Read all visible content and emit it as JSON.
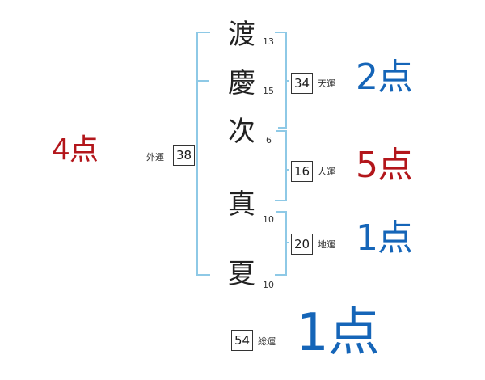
{
  "characters": [
    {
      "char": "渡",
      "strokes": "13"
    },
    {
      "char": "慶",
      "strokes": "15"
    },
    {
      "char": "次",
      "strokes": "6"
    },
    {
      "char": "真",
      "strokes": "10"
    },
    {
      "char": "夏",
      "strokes": "10"
    }
  ],
  "fortunes": {
    "gaiun": {
      "value": "38",
      "label": "外運",
      "score": "4点"
    },
    "tenun": {
      "value": "34",
      "label": "天運",
      "score": "2点"
    },
    "jinun": {
      "value": "16",
      "label": "人運",
      "score": "5点"
    },
    "chiun": {
      "value": "20",
      "label": "地運",
      "score": "1点"
    },
    "souun": {
      "value": "54",
      "label": "総運",
      "score": "1点"
    }
  },
  "colors": {
    "bracket": "#8ec9e6",
    "red": "#b3161b",
    "blue": "#1565b8"
  }
}
